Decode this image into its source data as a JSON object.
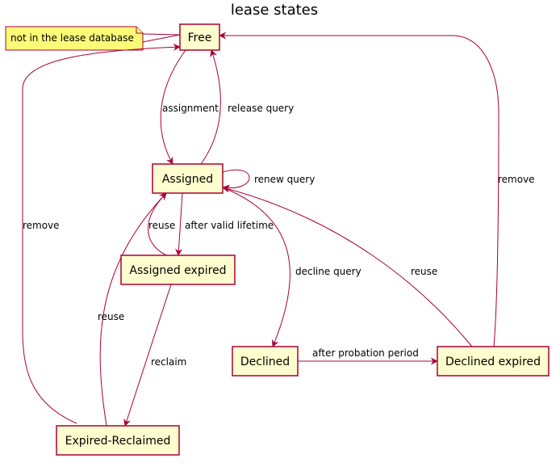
{
  "title": "lease states",
  "note": "not in the lease database",
  "states": {
    "free": "Free",
    "assigned": "Assigned",
    "assigned_expired": "Assigned expired",
    "declined": "Declined",
    "declined_expired": "Declined expired",
    "expired_reclaimed": "Expired-Reclaimed"
  },
  "transitions": {
    "assignment": "assignment",
    "release_query": "release query",
    "renew_query": "renew query",
    "after_valid_lifetime": "after valid lifetime",
    "reuse_assigned_expired": "reuse",
    "decline_query": "decline query",
    "after_probation_period": "after probation period",
    "reuse_declined_expired": "reuse",
    "remove_declined_expired": "remove",
    "reclaim": "reclaim",
    "reuse_expired_reclaimed": "reuse",
    "remove_expired_reclaimed": "remove"
  },
  "colors": {
    "state_fill": "#FEFECE",
    "state_border": "#A80036",
    "note_fill": "#FBFB77",
    "edge": "#A80036"
  }
}
